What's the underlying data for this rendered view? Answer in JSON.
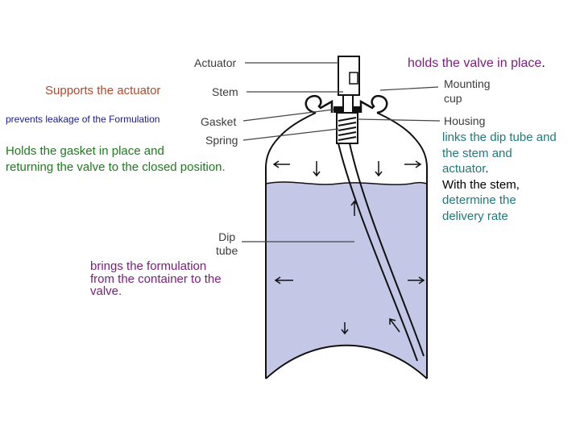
{
  "parts": {
    "actuator": "Actuator",
    "stem": "Stem",
    "mounting_cup": [
      "Mounting",
      "cup"
    ],
    "gasket": "Gasket",
    "housing": "Housing",
    "spring": "Spring",
    "dip_tube": [
      "Dip",
      "tube"
    ]
  },
  "annotations": {
    "actuator_note": "holds the valve in place",
    "actuator_note_period": ".",
    "stem_note": "Supports the actuator",
    "gasket_note": "prevents leakage of the Formulation",
    "spring_note": [
      "Holds the gasket in place and",
      "returning the valve to the closed position."
    ],
    "housing_note": [
      "links the dip tube and",
      "the stem and",
      "actuator"
    ],
    "housing_note_period": ".",
    "housing_note_extra": [
      "With the stem,"
    ],
    "housing_note_rate": [
      "determine the",
      "delivery rate"
    ],
    "dip_tube_note": [
      "brings the formulation",
      "from the container to the",
      "valve."
    ]
  },
  "colors": {
    "liquid": "#c4c8e6",
    "outline": "#111111",
    "leader": "#444444",
    "purple": "#7a1c7a",
    "brown": "#b04a2c",
    "navy": "#1a1a8c",
    "green": "#1f7a1f",
    "teal": "#1f7a78"
  }
}
